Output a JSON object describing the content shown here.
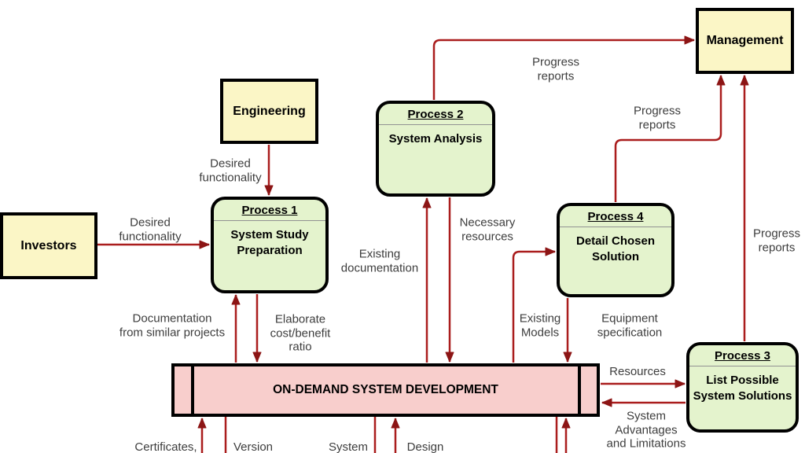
{
  "colors": {
    "edge_line": "#AA1D1D",
    "edge_head": "#8C1515",
    "entity_fill": "#FBF6C6",
    "process_fill": "#E4F3CD",
    "store_fill": "#F8CECC",
    "label_text": "#3D3D3D",
    "node_border": "#000000"
  },
  "entities": {
    "management": {
      "label": "Management"
    },
    "engineering": {
      "label": "Engineering"
    },
    "investors": {
      "label": "Investors"
    }
  },
  "processes": {
    "p1": {
      "title": "Process 1",
      "name": "System Study\nPreparation"
    },
    "p2": {
      "title": "Process 2",
      "name": "System Analysis"
    },
    "p3": {
      "title": "Process 3",
      "name": "List Possible\nSystem Solutions"
    },
    "p4": {
      "title": "Process 4",
      "name": "Detail Chosen\nSolution"
    }
  },
  "data_store": {
    "label": "ON-DEMAND SYSTEM DEVELOPMENT"
  },
  "edge_labels": {
    "progress_reports_p2": "Progress\nreports",
    "progress_reports_p4": "Progress\nreports",
    "progress_reports_p3": "Progress\nreports",
    "desired_functionality_engineering": "Desired\nfunctionality",
    "desired_functionality_investors": "Desired\nfunctionality",
    "existing_documentation": "Existing\ndocumentation",
    "necessary_resources": "Necessary\nresources",
    "documentation_from_similar_projects": "Documentation\nfrom similar projects",
    "elaborate_cost_benefit_ratio": "Elaborate\ncost/benefit\nratio",
    "existing_models": "Existing\nModels",
    "equipment_specification": "Equipment\nspecification",
    "resources": "Resources",
    "system_advantages_and_limitations": "System\nAdvantages\nand Limitations",
    "certificates": "Certificates,",
    "version": "Version",
    "system": "System",
    "design": "Design"
  }
}
